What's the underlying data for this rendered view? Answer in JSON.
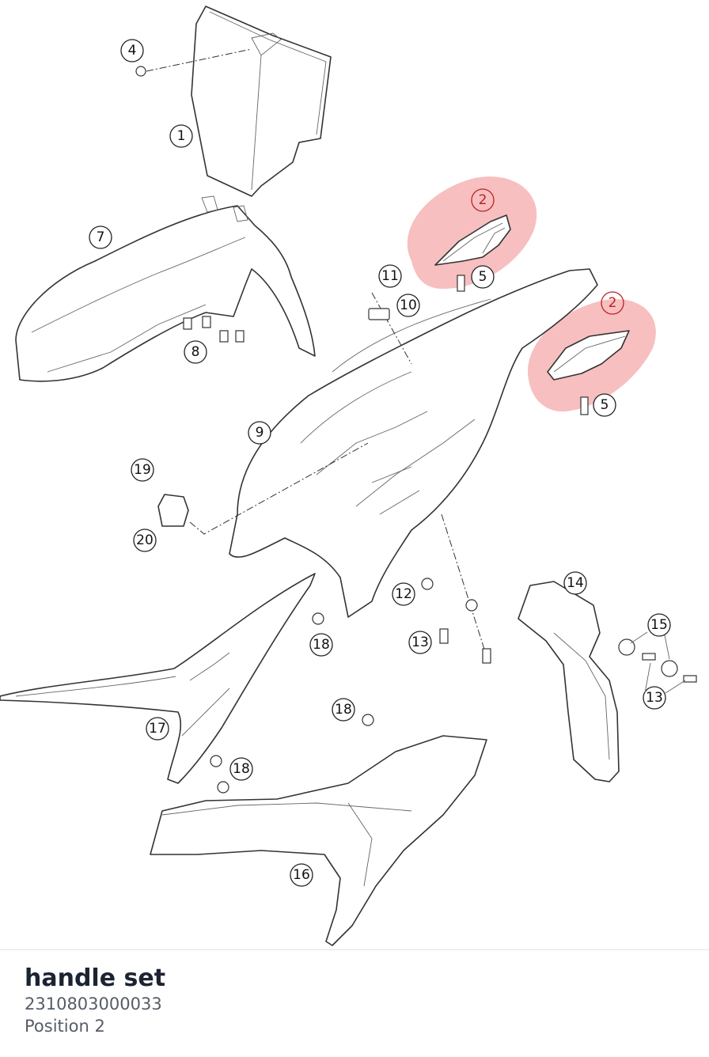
{
  "diagram": {
    "callouts": [
      "4",
      "1",
      "7",
      "2",
      "5",
      "11",
      "10",
      "2",
      "5",
      "8",
      "9",
      "19",
      "20",
      "12",
      "14",
      "15",
      "18",
      "13",
      "13",
      "17",
      "18",
      "18",
      "16"
    ],
    "highlighted_position": "2",
    "highlight_color": "#f08a8a"
  },
  "footer": {
    "part_name": "handle set",
    "part_number": "2310803000033",
    "position_label": "Position 2"
  }
}
